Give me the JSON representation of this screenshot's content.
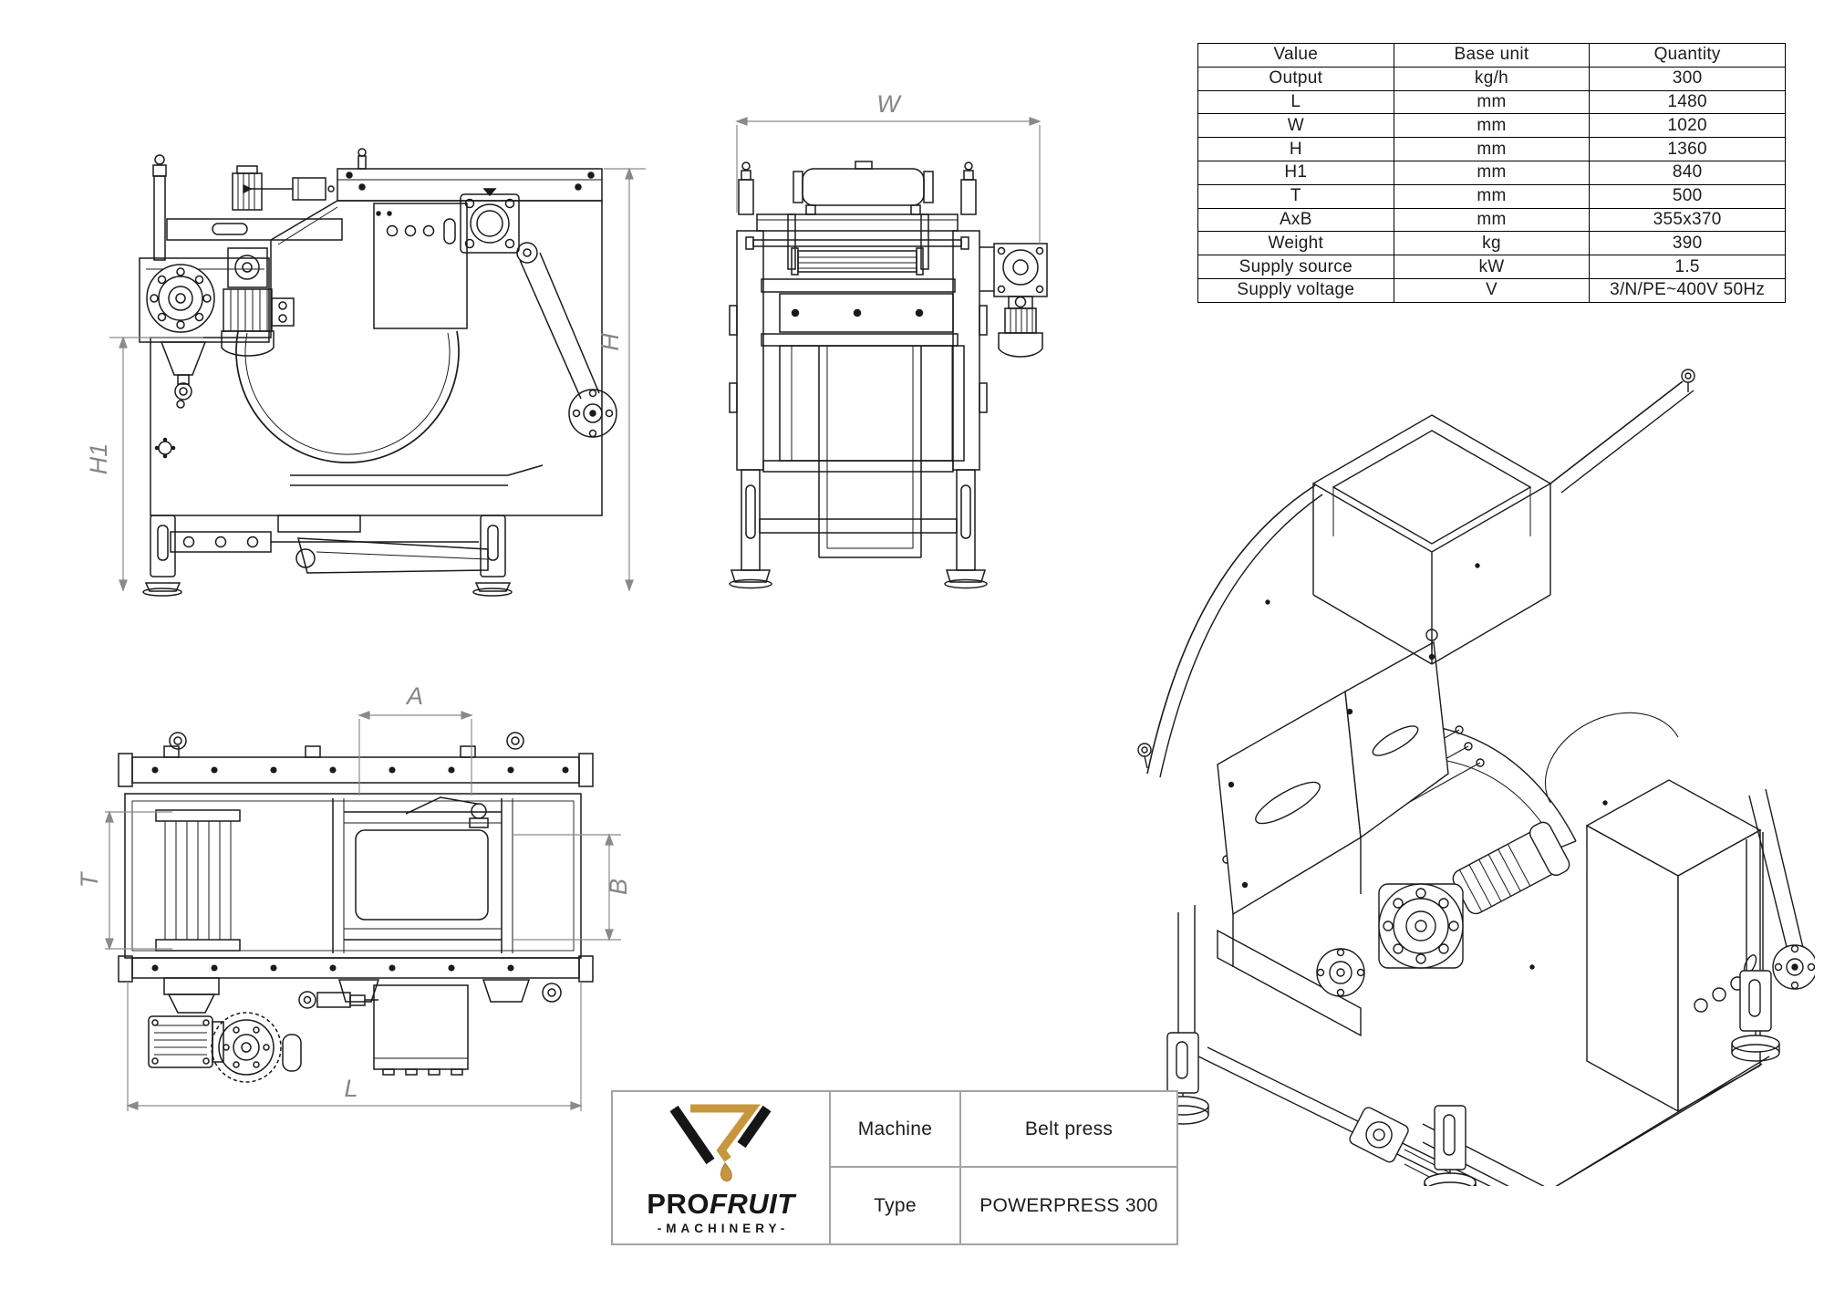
{
  "colors": {
    "line": "#1a1a1a",
    "dim": "#8a8a8a",
    "gold": "#c8963e",
    "gold_dark": "#a0731f",
    "black": "#161616",
    "title_border": "#a3a3a3"
  },
  "spec_table": {
    "columns": [
      "Value",
      "Base unit",
      "Quantity"
    ],
    "rows": [
      [
        "Output",
        "kg/h",
        "300"
      ],
      [
        "L",
        "mm",
        "1480"
      ],
      [
        "W",
        "mm",
        "1020"
      ],
      [
        "H",
        "mm",
        "1360"
      ],
      [
        "H1",
        "mm",
        "840"
      ],
      [
        "T",
        "mm",
        "500"
      ],
      [
        "AxB",
        "mm",
        "355x370"
      ],
      [
        "Weight",
        "kg",
        "390"
      ],
      [
        "Supply source",
        "kW",
        "1.5"
      ],
      [
        "Supply voltage",
        "V",
        "3/N/PE~400V 50Hz"
      ]
    ]
  },
  "dimensions": {
    "h": "H",
    "h1": "H1",
    "w": "W",
    "a": "A",
    "b": "B",
    "t": "T",
    "l": "L"
  },
  "title_block": {
    "machine_label": "Machine",
    "machine_value": "Belt press",
    "type_label": "Type",
    "type_value": "POWERPRESS 300",
    "brand_pro": "PRO",
    "brand_fruit": "FRUIT",
    "brand_sub": "-MACHINERY-"
  }
}
